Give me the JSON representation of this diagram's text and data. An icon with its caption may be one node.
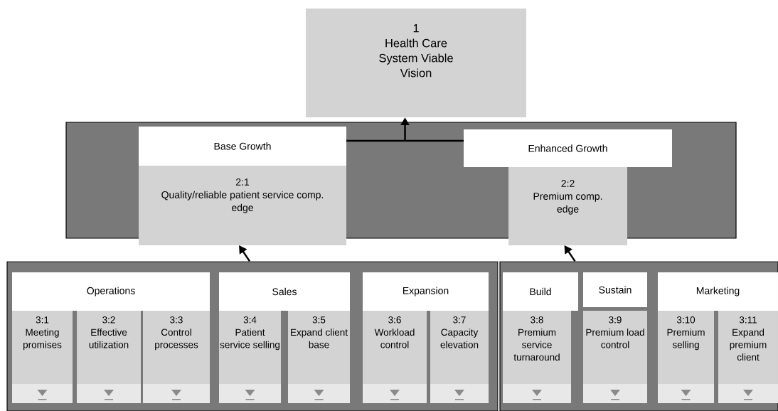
{
  "diagram": {
    "nodes": [
      {
        "text": [
          "1",
          "Health Care System Viable Vision"
        ]
      },
      {
        "text": [],
        "shape": "box"
      },
      {
        "text": [
          "Base Growth"
        ],
        "in": 1
      },
      {
        "text": [
          "2:1",
          "Quality/reliable patient service comp. edge"
        ],
        "in": 1
      },
      {
        "text": [
          "Enhanced Growth"
        ],
        "in": 1
      },
      {
        "text": [
          "2:2",
          "Premium comp. edge"
        ],
        "in": 1
      },
      {
        "text": [],
        "shape": "box"
      },
      {
        "text": [
          "Operations"
        ],
        "in": 6
      },
      {
        "text": [
          "3:1",
          "Meeting promises"
        ],
        "in": 6
      },
      {
        "text": [
          "3:2",
          "Effective utilization"
        ],
        "in": 6
      },
      {
        "text": [
          "3:3",
          "Control processes"
        ],
        "in": 6
      },
      {
        "text": [
          "Sales"
        ],
        "in": 6
      },
      {
        "text": [
          "3:4",
          "Patient service selling"
        ],
        "in": 6
      },
      {
        "text": [
          "3:5",
          "Expand client base"
        ],
        "in": 6
      },
      {
        "text": [
          "Expansion"
        ],
        "in": 6
      },
      {
        "text": [
          "3:6",
          "Workload control"
        ],
        "in": 6
      },
      {
        "text": [
          "3:7",
          "Capacity elevation"
        ],
        "in": 6
      },
      {
        "text": [],
        "shape": "box"
      },
      {
        "text": [
          "Build"
        ],
        "in": 17
      },
      {
        "text": [
          "3:8",
          "Premium service turnaround"
        ],
        "in": 17
      },
      {
        "text": [
          "Sustain"
        ],
        "in": 17
      },
      {
        "text": [
          "3:9",
          "Premium load control"
        ],
        "in": 17
      },
      {
        "text": [
          "Marketing"
        ],
        "in": 17
      },
      {
        "text": [
          "3:10",
          "Premium selling"
        ],
        "in": 17
      },
      {
        "text": [
          "3:11",
          "Expand premium client"
        ],
        "in": 17
      }
    ],
    "edges": [
      {
        "from": 2,
        "to": 0,
        "arrow": "to"
      },
      {
        "from": 4,
        "to": 0,
        "arrow": "to"
      },
      {
        "from": 6,
        "to": 3,
        "arrow": "to"
      },
      {
        "from": 17,
        "to": 5,
        "arrow": "to"
      }
    ]
  }
}
